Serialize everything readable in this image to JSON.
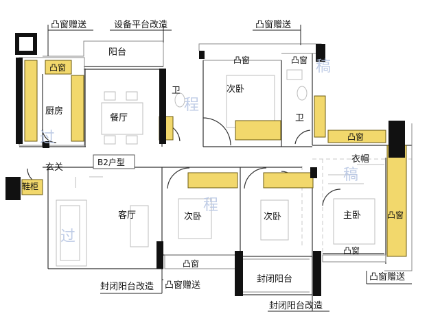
{
  "unit_label": "B2户型",
  "rooms": {
    "balcony": "阳台",
    "kitchen": "厨房",
    "dining": "餐厅",
    "bath1": "卫",
    "bedroom_top": "次卧",
    "bath2": "卫",
    "wardrobe": "衣帽",
    "foyer": "玄关",
    "living": "客厅",
    "bedroom_mid1": "次卧",
    "bedroom_mid2": "次卧",
    "master": "主卧",
    "closed_balcony": "封闭阳台"
  },
  "window_labels": {
    "bay_kitchen": "凸窗",
    "bay_bedroom_top": "凸窗",
    "bay_bath2": "凸窗",
    "bay_wardrobe": "凸窗",
    "bay_master_side": "凸窗",
    "bay_master_bottom": "凸窗",
    "bay_bedroom_bottom": "凸窗",
    "shoe_cabinet": "鞋柜"
  },
  "annotations": {
    "top_left": "凸窗赠送",
    "top_mid": "设备平台改造",
    "top_right": "凸窗赠送",
    "bottom_left": "封闭阳台改造",
    "bottom_left2": "凸窗赠送",
    "bottom_mid": "封闭阳台改造",
    "bottom_right": "凸窗赠送"
  },
  "watermarks": [
    "过",
    "程",
    "稿",
    "过",
    "程",
    "稿"
  ]
}
